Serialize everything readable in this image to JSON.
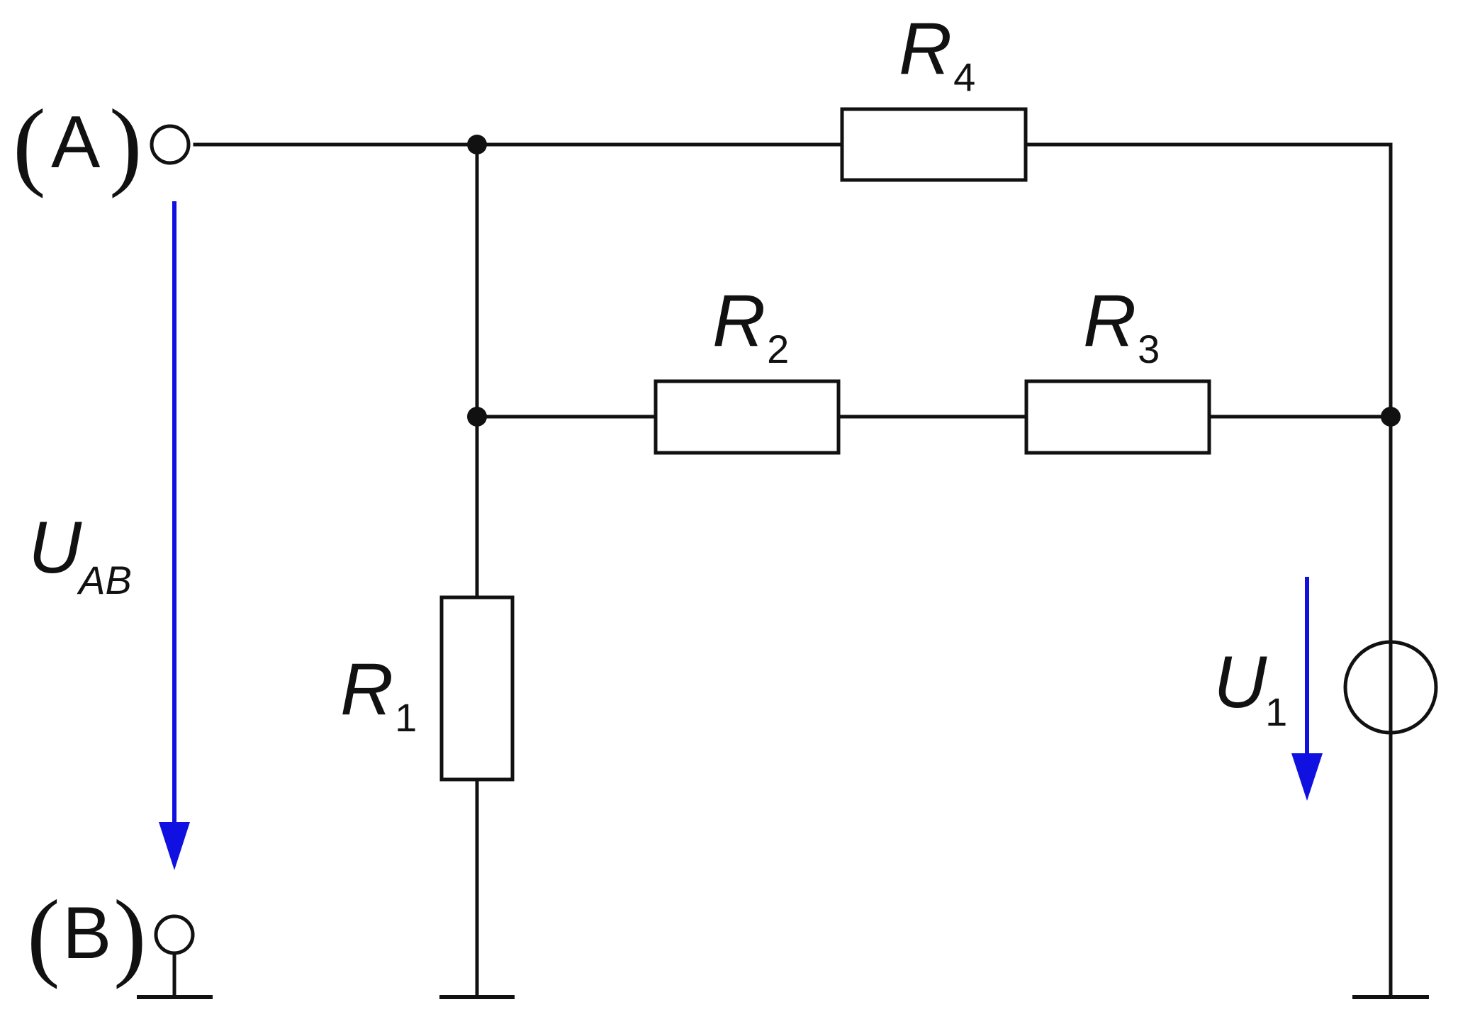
{
  "colors": {
    "wire": "#111111",
    "arrow": "#1010e0",
    "background": "#ffffff"
  },
  "terminals": {
    "a": {
      "letter": "A",
      "open_paren": "(",
      "close_paren": ")"
    },
    "b": {
      "letter": "B",
      "open_paren": "(",
      "close_paren": ")"
    }
  },
  "resistors": {
    "r1": {
      "symbol": "R",
      "subscript": "1"
    },
    "r2": {
      "symbol": "R",
      "subscript": "2"
    },
    "r3": {
      "symbol": "R",
      "subscript": "3"
    },
    "r4": {
      "symbol": "R",
      "subscript": "4"
    }
  },
  "voltages": {
    "uab": {
      "symbol": "U",
      "subscript": "AB"
    },
    "u1": {
      "symbol": "U",
      "subscript": "1"
    }
  }
}
